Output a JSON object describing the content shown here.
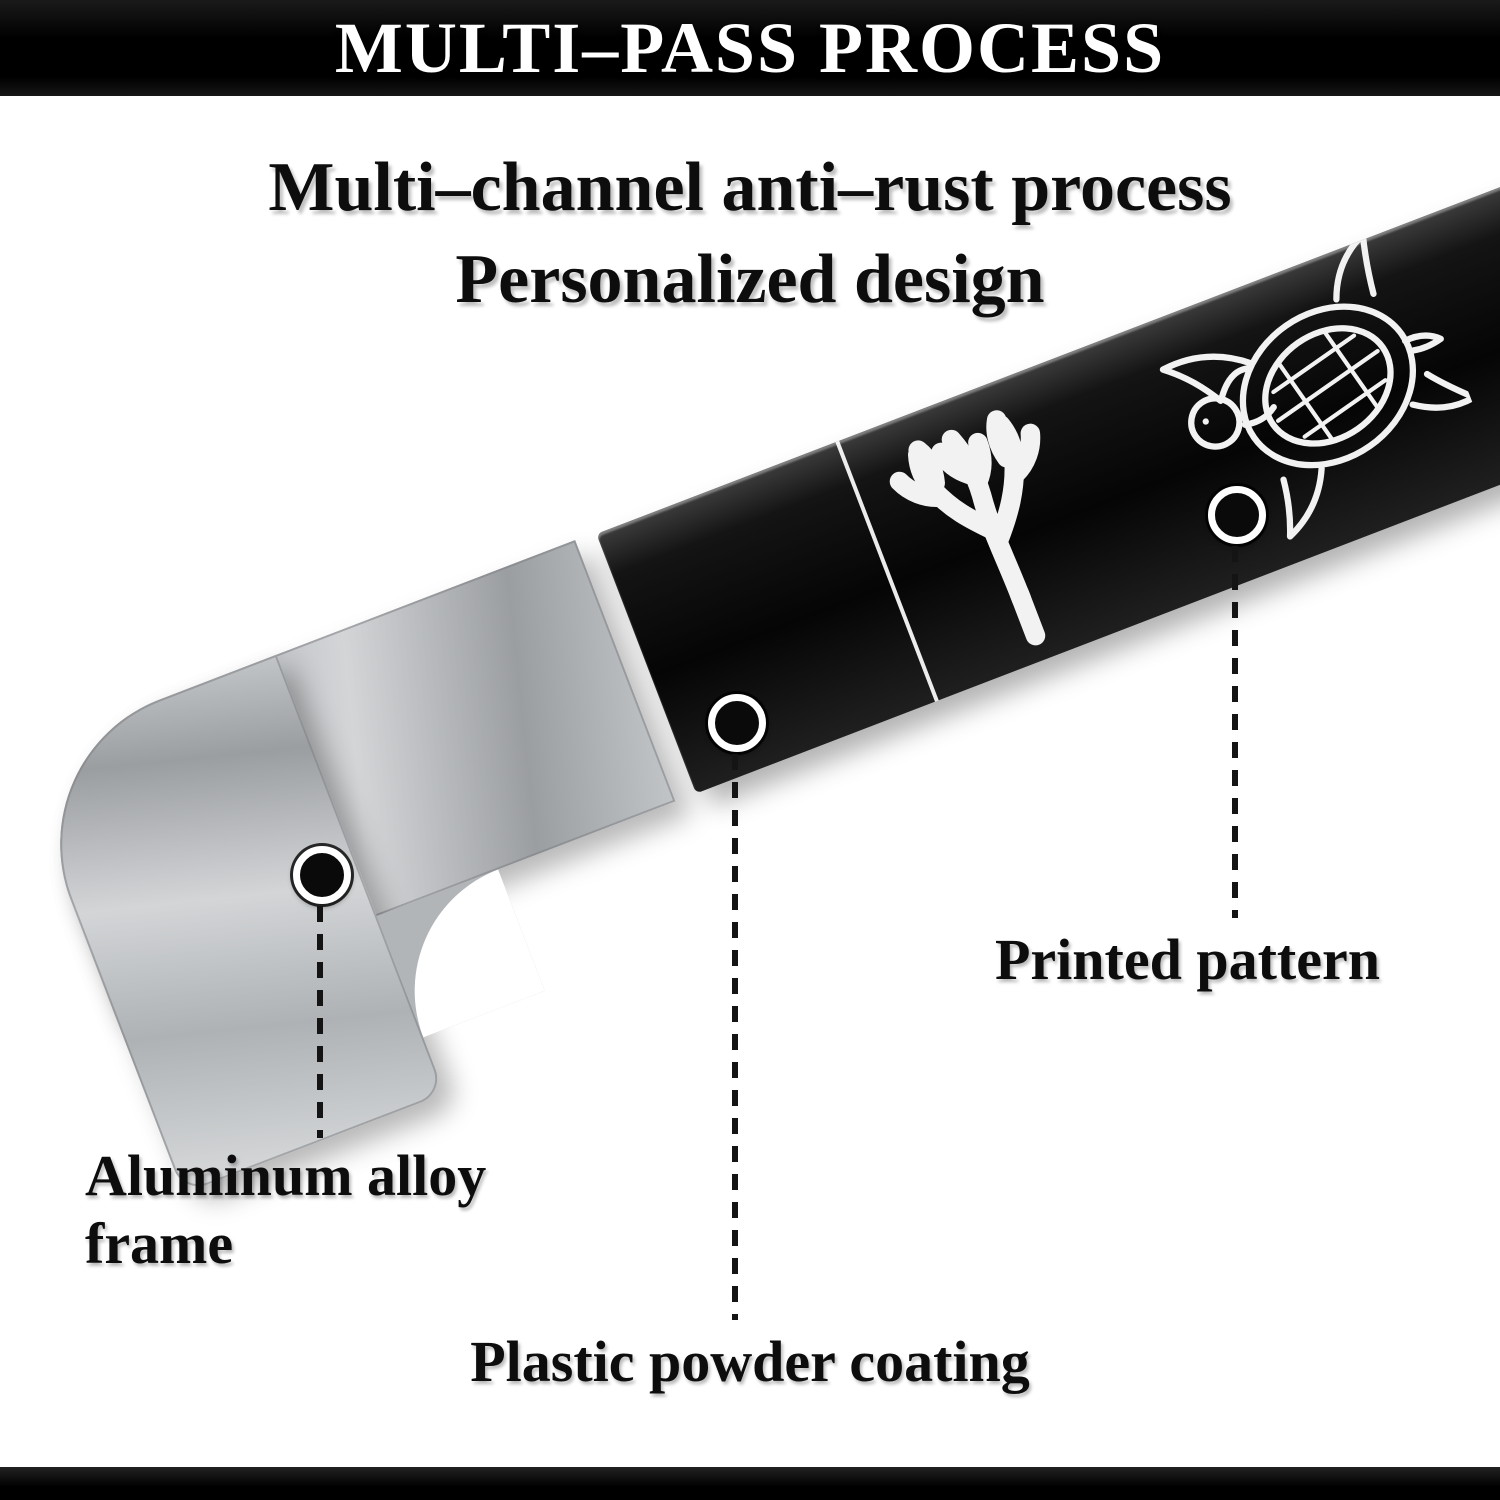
{
  "banner": {
    "title": "MULTI–PASS PROCESS"
  },
  "heading": {
    "line1": "Multi–channel anti–rust process",
    "line2": "Personalized design"
  },
  "callouts": [
    {
      "id": "aluminum",
      "label": "Aluminum alloy frame"
    },
    {
      "id": "coating",
      "label": "Plastic powder coating"
    },
    {
      "id": "pattern",
      "label": "Printed pattern"
    }
  ],
  "icons": [
    {
      "name": "coral-icon"
    },
    {
      "name": "turtle-icon"
    },
    {
      "name": "coral-partial-icon"
    }
  ],
  "colors": {
    "banner_bg": "#000000",
    "banner_text": "#ffffff",
    "frame_gray": "#b4b8bb",
    "strip_black": "#0d0d0d",
    "pattern_white": "#f2f2f2",
    "text": "#0d0d0d",
    "background": "#ffffff"
  }
}
